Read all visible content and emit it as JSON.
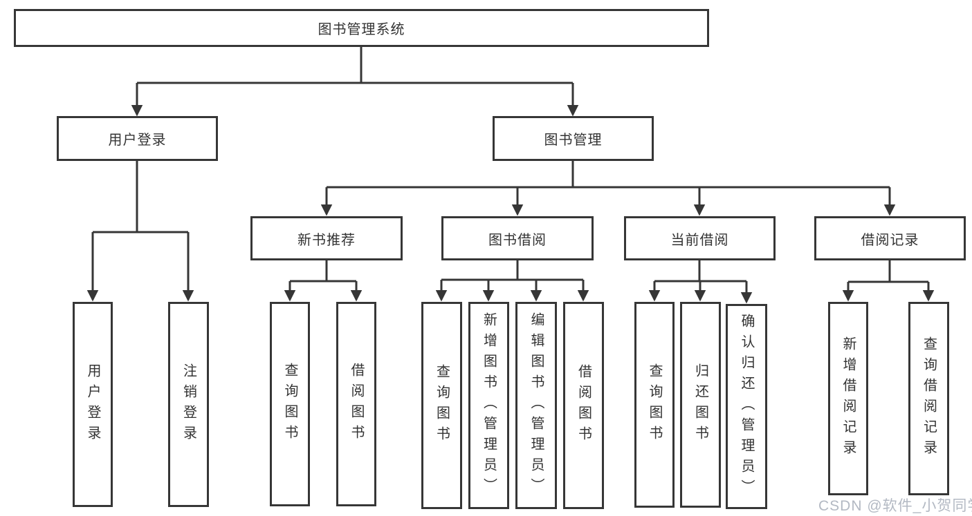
{
  "tree": {
    "root": "图书管理系统",
    "branches": [
      {
        "label": "用户登录",
        "children": [
          "用户登录",
          "注销登录"
        ]
      },
      {
        "label": "图书管理",
        "children": [
          {
            "label": "新书推荐",
            "children": [
              "查询图书",
              "借阅图书"
            ]
          },
          {
            "label": "图书借阅",
            "children": [
              "查询图书",
              "新增图书（管理员）",
              "编辑图书（管理员）",
              "借阅图书"
            ]
          },
          {
            "label": "当前借阅",
            "children": [
              "查询图书",
              "归还图书",
              "确认归还（管理员）"
            ]
          },
          {
            "label": "借阅记录",
            "children": [
              "新增借阅记录",
              "查询借阅记录"
            ]
          }
        ]
      }
    ]
  },
  "watermark": "CSDN @软件_小贺同学",
  "colors": {
    "line": "#363636",
    "text": "#333333",
    "background": "#ffffff",
    "watermark": "#b3b9c3"
  }
}
